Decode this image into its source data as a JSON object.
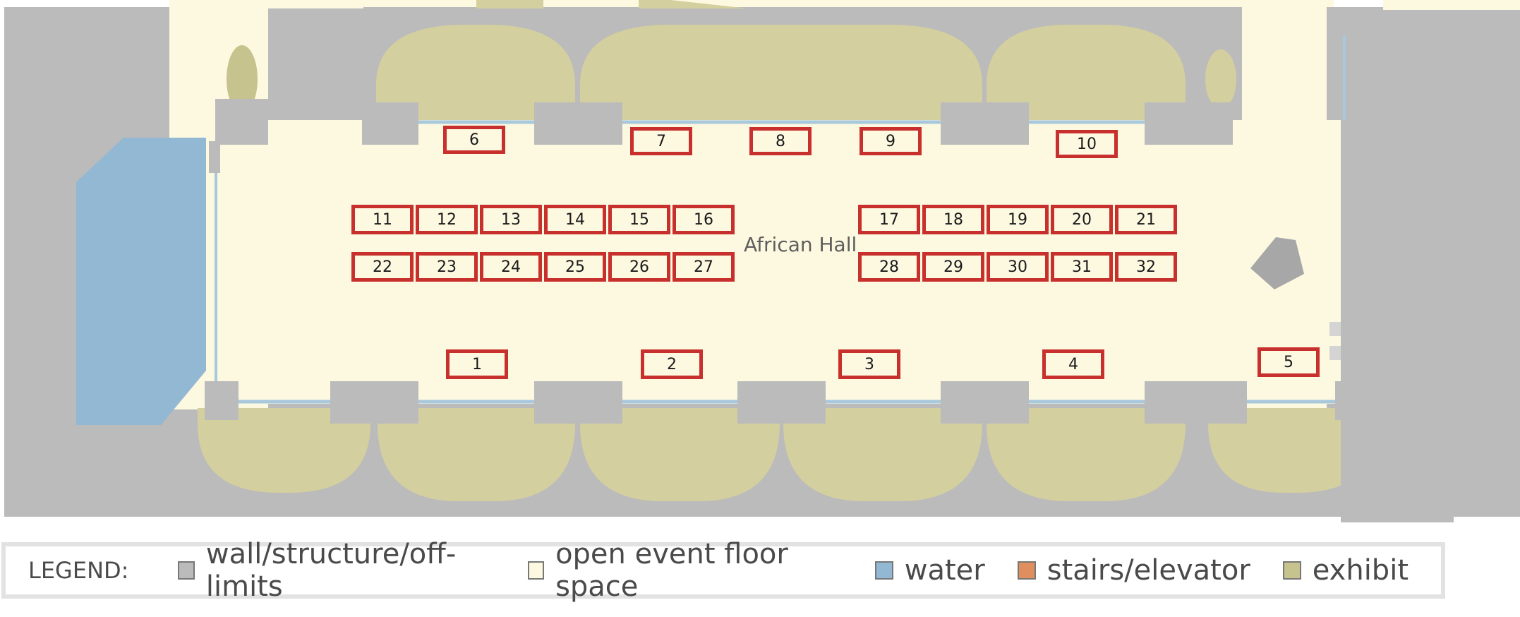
{
  "hall": {
    "name": "African Hall"
  },
  "booths": [
    {
      "label": "6"
    },
    {
      "label": "7"
    },
    {
      "label": "8"
    },
    {
      "label": "9"
    },
    {
      "label": "10"
    },
    {
      "label": "11"
    },
    {
      "label": "12"
    },
    {
      "label": "13"
    },
    {
      "label": "14"
    },
    {
      "label": "15"
    },
    {
      "label": "16"
    },
    {
      "label": "17"
    },
    {
      "label": "18"
    },
    {
      "label": "19"
    },
    {
      "label": "20"
    },
    {
      "label": "21"
    },
    {
      "label": "22"
    },
    {
      "label": "23"
    },
    {
      "label": "24"
    },
    {
      "label": "25"
    },
    {
      "label": "26"
    },
    {
      "label": "27"
    },
    {
      "label": "28"
    },
    {
      "label": "29"
    },
    {
      "label": "30"
    },
    {
      "label": "31"
    },
    {
      "label": "32"
    },
    {
      "label": "1"
    },
    {
      "label": "2"
    },
    {
      "label": "3"
    },
    {
      "label": "4"
    },
    {
      "label": "5"
    }
  ],
  "legend": {
    "title": "LEGEND:",
    "items": [
      {
        "label": "wall/structure/off-limits",
        "color": "#bbbbbb"
      },
      {
        "label": "open event floor space",
        "color": "#fdf9e1"
      },
      {
        "label": "water",
        "color": "#92b8d4"
      },
      {
        "label": "stairs/elevator",
        "color": "#df8f5e"
      },
      {
        "label": "exhibit",
        "color": "#c7c38f"
      }
    ]
  },
  "colors": {
    "wall": "#bbbbbb",
    "floor": "#fdf9e1",
    "water": "#92b8d4",
    "exhibit": "#d4cf9f",
    "booth_border": "#c8302e",
    "glass": "#a8c8dc"
  }
}
